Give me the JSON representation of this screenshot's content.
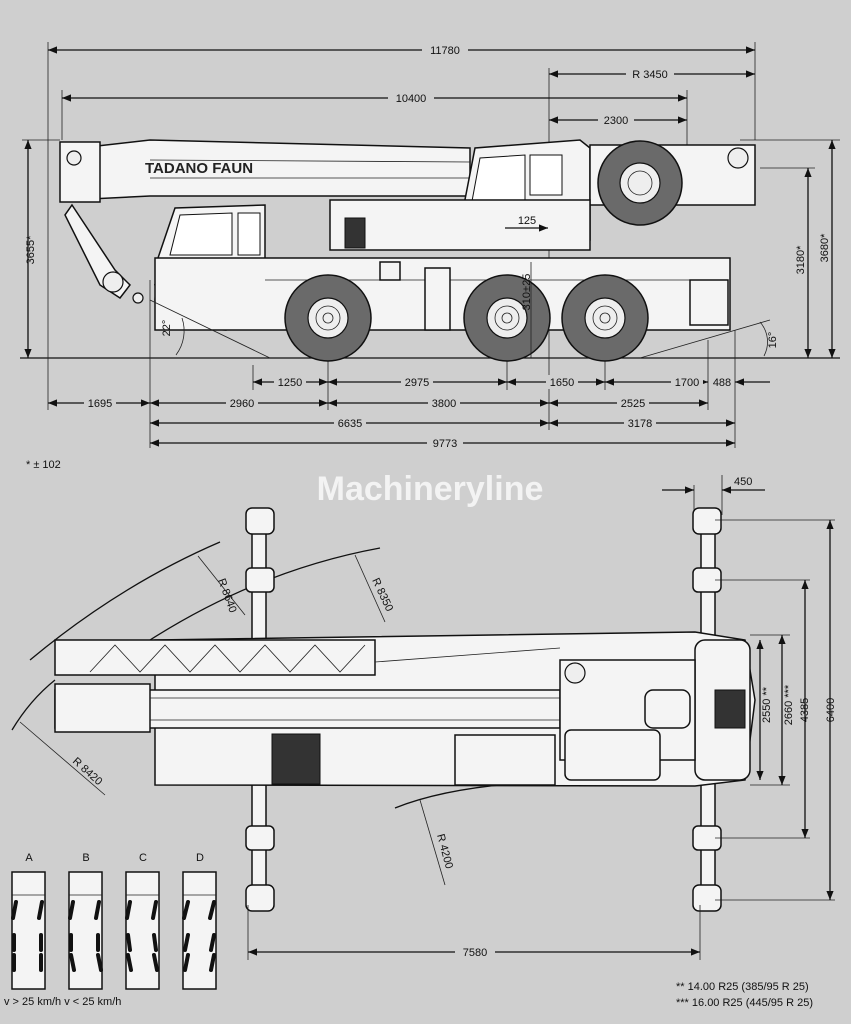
{
  "side_view": {
    "brand_logo": "TADANO FAUN",
    "dims": {
      "overall_length": "11780",
      "tail_radius": "R 3450",
      "boom_length": "10400",
      "rear_overhang_upper": "2300",
      "offset_125": "125",
      "height_front": "3655*",
      "height_mid": "3180*",
      "height_rear": "3680*",
      "ground_clearance": "310±25",
      "approach_angle": "22°",
      "departure_angle": "16°",
      "axle_1250": "1250",
      "axle_2975": "2975",
      "axle_1650": "1650",
      "axle_1700": "1700",
      "rear_488": "488",
      "front_1695": "1695",
      "d_2960": "2960",
      "d_3800": "3800",
      "d_2525": "2525",
      "d_6635": "6635",
      "d_3178": "3178",
      "d_9773": "9773"
    },
    "footnote": "* ± 102"
  },
  "top_view": {
    "dims": {
      "pad_450": "450",
      "r_8640": "R 8640",
      "r_8350": "R 8350",
      "r_8420": "R 8420",
      "r_4200": "R 4200",
      "width_2550": "2550 **",
      "width_2660": "2660 ***",
      "width_4385": "4385",
      "width_6400": "6400",
      "outrigger_7580": "7580"
    }
  },
  "steering_modes": {
    "labels": [
      "A",
      "B",
      "C",
      "D"
    ],
    "speed_note": "v > 25 km/h  v < 25 km/h"
  },
  "tire_notes": [
    "**   14.00 R25 (385/95 R 25)",
    "***  16.00 R25 (445/95 R 25)"
  ],
  "watermark": "Machineryline"
}
